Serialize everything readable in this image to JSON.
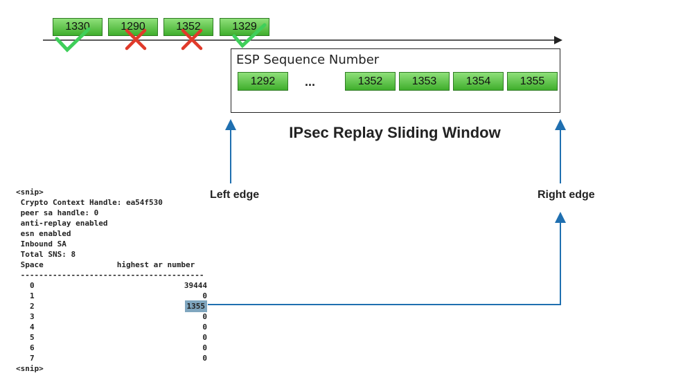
{
  "received_packets": [
    {
      "number": "1330",
      "status": "accepted"
    },
    {
      "number": "1290",
      "status": "rejected"
    },
    {
      "number": "1352",
      "status": "rejected"
    },
    {
      "number": "1329",
      "status": "accepted"
    }
  ],
  "window": {
    "label": "ESP Sequence Number",
    "first": "1292",
    "ellipsis": "...",
    "numbers": [
      "1352",
      "1353",
      "1354",
      "1355"
    ]
  },
  "title": "IPsec Replay Sliding Window",
  "left_edge_label": "Left edge",
  "right_edge_label": "Right edge",
  "colors": {
    "accepted": "#3fcf5a",
    "rejected": "#e03a2a",
    "arrow": "#1f6fb0",
    "box": "#4cbb36",
    "highlight": "#7fa6bf"
  },
  "cli": {
    "snip_top": "<snip>",
    "lines": [
      " Crypto Context Handle: ea54f530",
      " peer sa handle: 0",
      " anti-replay enabled",
      " esn enabled",
      " Inbound SA",
      " Total SNS: 8",
      " Space                highest ar number",
      " ----------------------------------------"
    ],
    "rows": [
      {
        "space": "0",
        "value": "39444"
      },
      {
        "space": "1",
        "value": "0"
      },
      {
        "space": "2",
        "value": "1355"
      },
      {
        "space": "3",
        "value": "0"
      },
      {
        "space": "4",
        "value": "0"
      },
      {
        "space": "5",
        "value": "0"
      },
      {
        "space": "6",
        "value": "0"
      },
      {
        "space": "7",
        "value": "0"
      }
    ],
    "snip_bottom": "<snip>"
  }
}
